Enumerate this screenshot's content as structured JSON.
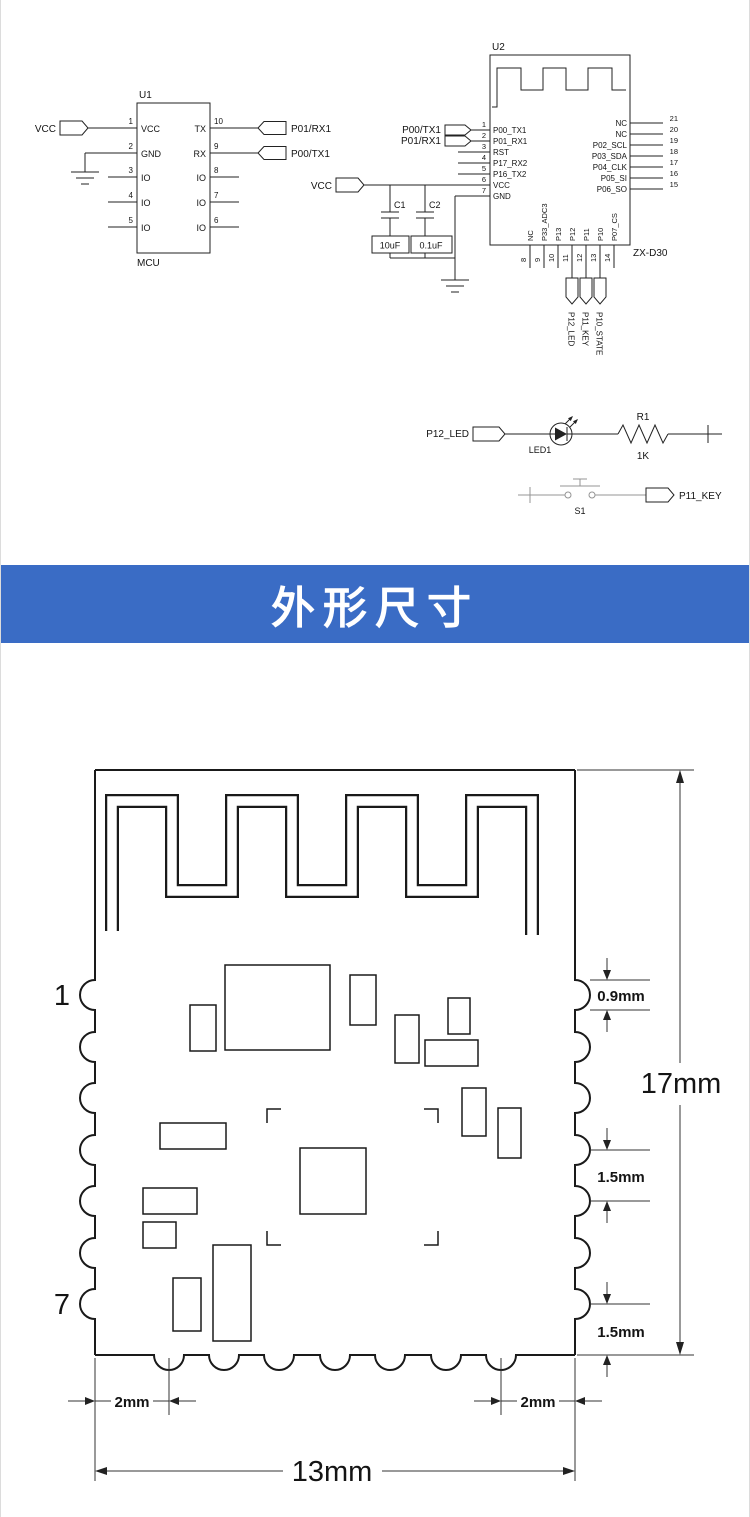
{
  "banner": {
    "title": "外形尺寸",
    "bg_color": "#3a6cc5",
    "text_color": "#ffffff"
  },
  "schematic": {
    "u1": {
      "ref": "U1",
      "part": "MCU",
      "left_pins": [
        {
          "num": "1",
          "name": "VCC"
        },
        {
          "num": "2",
          "name": "GND"
        },
        {
          "num": "3",
          "name": "IO"
        },
        {
          "num": "4",
          "name": "IO"
        },
        {
          "num": "5",
          "name": "IO"
        }
      ],
      "right_pins": [
        {
          "num": "10",
          "name": "TX"
        },
        {
          "num": "9",
          "name": "RX"
        },
        {
          "num": "8",
          "name": "IO"
        },
        {
          "num": "7",
          "name": "IO"
        },
        {
          "num": "6",
          "name": "IO"
        }
      ],
      "vcc_net": "VCC",
      "tx_net": "P01/RX1",
      "rx_net": "P00/TX1"
    },
    "u2": {
      "ref": "U2",
      "part": "ZX-D30",
      "left_pins": [
        {
          "num": "1",
          "name": "P00_TX1"
        },
        {
          "num": "2",
          "name": "P01_RX1"
        },
        {
          "num": "3",
          "name": "RST"
        },
        {
          "num": "4",
          "name": "P17_RX2"
        },
        {
          "num": "5",
          "name": "P16_TX2"
        },
        {
          "num": "6",
          "name": "VCC"
        },
        {
          "num": "7",
          "name": "GND"
        }
      ],
      "right_pins": [
        {
          "num": "21",
          "name": "NC"
        },
        {
          "num": "20",
          "name": "NC"
        },
        {
          "num": "19",
          "name": "P02_SCL"
        },
        {
          "num": "18",
          "name": "P03_SDA"
        },
        {
          "num": "17",
          "name": "P04_CLK"
        },
        {
          "num": "16",
          "name": "P05_SI"
        },
        {
          "num": "15",
          "name": "P06_SO"
        }
      ],
      "bottom_pins": [
        {
          "num": "8",
          "name": "NC"
        },
        {
          "num": "9",
          "name": "P33_ADC3"
        },
        {
          "num": "10",
          "name": "P13"
        },
        {
          "num": "11",
          "name": "P12"
        },
        {
          "num": "12",
          "name": "P11"
        },
        {
          "num": "13",
          "name": "P10"
        },
        {
          "num": "14",
          "name": "P07_CS"
        }
      ],
      "tx_in_net": "P00/TX1",
      "rx_in_net": "P01/RX1",
      "vcc_net": "VCC",
      "bottom_nets": [
        "P12_LED",
        "P11_KEY",
        "P10_STATE"
      ]
    },
    "capacitors": [
      {
        "ref": "C1",
        "value": "10uF"
      },
      {
        "ref": "C2",
        "value": "0.1uF"
      }
    ],
    "led_circuit": {
      "net": "P12_LED",
      "led_ref": "LED1",
      "resistor_ref": "R1",
      "resistor_value": "1K"
    },
    "key_circuit": {
      "switch_ref": "S1",
      "net": "P11_KEY"
    }
  },
  "drawing": {
    "first_pin": "1",
    "last_pin": "7",
    "dims": {
      "pad": "0.9mm",
      "height": "17mm",
      "pitch": "1.5mm",
      "bottom_pitch": "1.5mm",
      "left_margin": "2mm",
      "right_margin": "2mm",
      "width": "13mm"
    }
  }
}
